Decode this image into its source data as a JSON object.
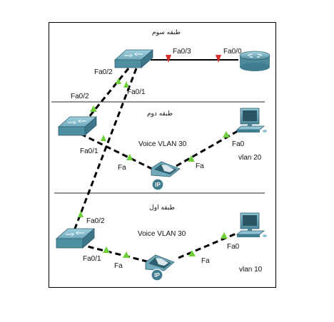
{
  "floors": {
    "third": "طبقه سوم",
    "second": "طبقه دوم",
    "first": "طبقه اول"
  },
  "ports": {
    "sw3_fa03": "Fa0/3",
    "router_fa00": "Fa0/0",
    "sw3_fa02": "Fa0/2",
    "sw3_fa01": "Fa0/1",
    "sw2_fa02": "Fa0/2",
    "sw2_fa01": "Fa0/1",
    "phone2_fa_sw": "Fa",
    "phone2_fa_pc": "Fa",
    "pc2_fa0": "Fa0",
    "sw1_fa02": "Fa0/2",
    "sw1_fa01": "Fa0/1",
    "phone1_fa_sw": "Fa",
    "phone1_fa_pc": "Fa",
    "pc1_fa0": "Fa0"
  },
  "labels": {
    "voice_vlan_top": "Voice VLAN 30",
    "voice_vlan_bottom": "Voice VLAN 30",
    "vlan_top": "vlan 20",
    "vlan_bottom": "vlan 10",
    "ip_badge_top": "IP",
    "ip_badge_bottom": "IP"
  },
  "colors": {
    "device": "#6fa9ba",
    "device_dark": "#3f7c8f",
    "link_up": "#6ecf3a",
    "link_down": "#d63030"
  }
}
